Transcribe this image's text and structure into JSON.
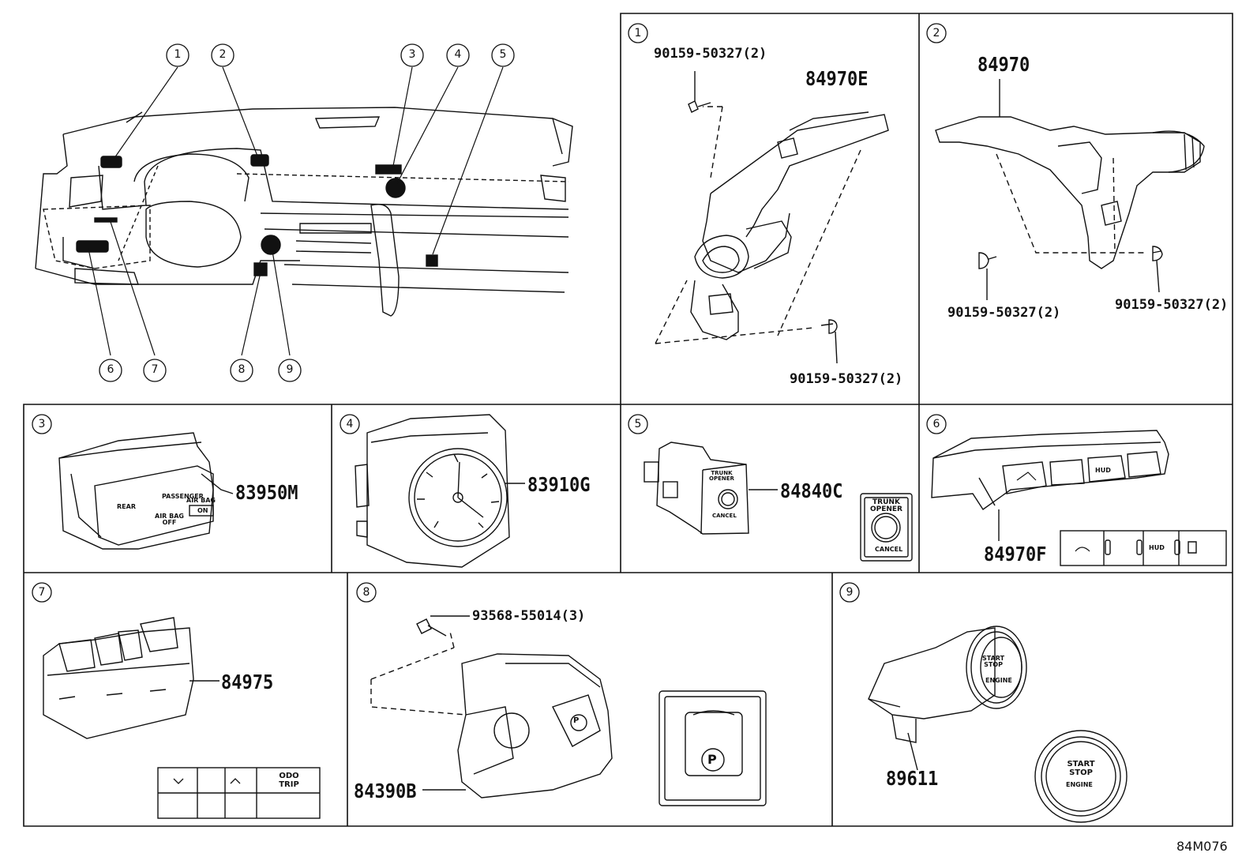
{
  "diagram_code": "84M076",
  "overview_callouts": [
    "1",
    "2",
    "3",
    "4",
    "5",
    "6",
    "7",
    "8",
    "9"
  ],
  "panels": [
    {
      "num": "1",
      "parts": [
        "84970E"
      ],
      "bolts": [
        "90159-50327(2)",
        "90159-50327(2)"
      ]
    },
    {
      "num": "2",
      "parts": [
        "84970"
      ],
      "bolts": [
        "90159-50327(2)",
        "90159-50327(2)"
      ]
    },
    {
      "num": "3",
      "parts": [
        "83950M"
      ],
      "labels": {
        "rear": "REAR",
        "passenger": "PASSENGER",
        "airbag_off": "AIR BAG\nOFF",
        "airbag_on_1": "AIR BAG",
        "airbag_on_2": "ON"
      }
    },
    {
      "num": "4",
      "parts": [
        "83910G"
      ]
    },
    {
      "num": "5",
      "parts": [
        "84840C"
      ],
      "labels": {
        "trunk": "TRUNK\nOPENER",
        "cancel": "CANCEL"
      }
    },
    {
      "num": "6",
      "parts": [
        "84970F"
      ],
      "labels": {
        "hud": "HUD"
      }
    },
    {
      "num": "7",
      "parts": [
        "84975"
      ],
      "labels": {
        "odo": "ODO\nTRIP"
      }
    },
    {
      "num": "8",
      "parts": [
        "84390B"
      ],
      "bolts": [
        "93568-55014(3)"
      ],
      "labels": {
        "p": "P"
      }
    },
    {
      "num": "9",
      "parts": [
        "89611"
      ],
      "labels": {
        "start": "START\nSTOP",
        "engine": "ENGINE"
      }
    }
  ]
}
